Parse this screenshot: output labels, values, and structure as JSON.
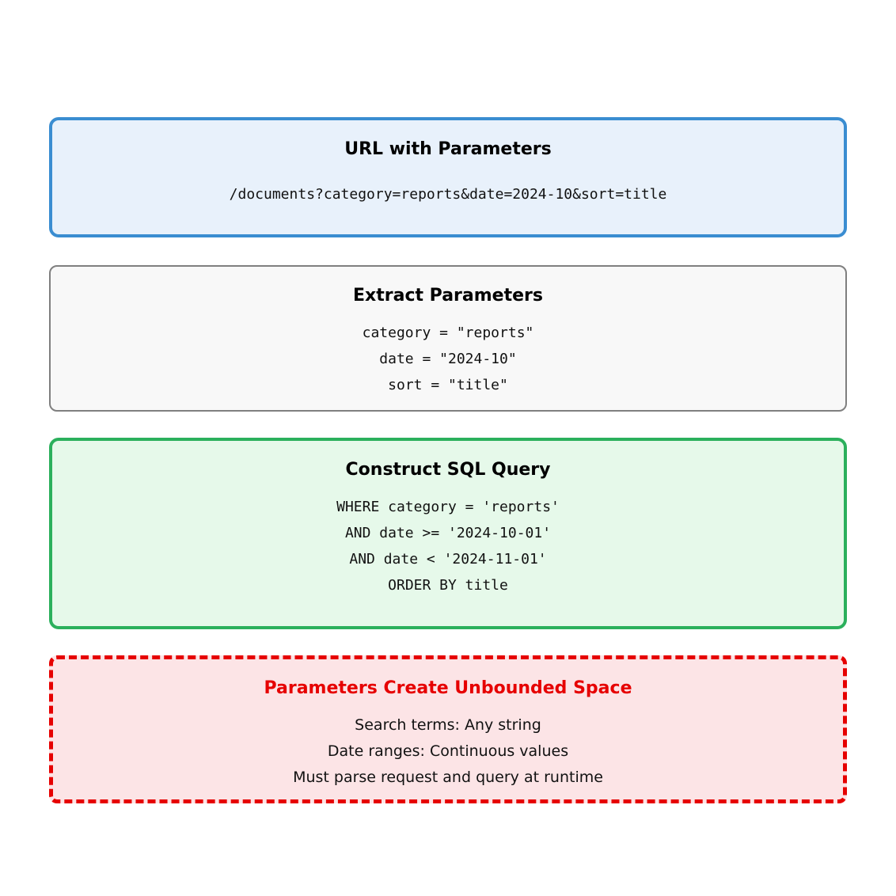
{
  "diagram": {
    "boxes": [
      {
        "name": "url-with-parameters",
        "title": "URL with Parameters",
        "lines": [
          "/documents?category=reports&date=2024-10&sort=title"
        ],
        "border_color": "#3a8dd1",
        "fill_color": "#e8f1fb",
        "title_color": "#000000",
        "border_style": "solid",
        "body_font": "mono"
      },
      {
        "name": "extract-parameters",
        "title": "Extract Parameters",
        "lines": [
          "category = \"reports\"",
          "date = \"2024-10\"",
          "sort = \"title\""
        ],
        "border_color": "#7f7f7f",
        "fill_color": "#f8f8f8",
        "title_color": "#000000",
        "border_style": "solid",
        "body_font": "mono"
      },
      {
        "name": "construct-sql-query",
        "title": "Construct SQL Query",
        "lines": [
          "WHERE category = 'reports'",
          "AND date >= '2024-10-01'",
          "AND date < '2024-11-01'",
          "ORDER BY title"
        ],
        "border_color": "#2bb05c",
        "fill_color": "#e6f9ea",
        "title_color": "#000000",
        "border_style": "solid",
        "body_font": "mono"
      },
      {
        "name": "parameters-create-unbounded-space",
        "title": "Parameters Create Unbounded Space",
        "lines": [
          "Search terms: Any string",
          "Date ranges: Continuous values",
          "Must parse request and query at runtime"
        ],
        "border_color": "#e60000",
        "fill_color": "#fce4e6",
        "title_color": "#e60000",
        "border_style": "dashed",
        "body_font": "sans"
      }
    ]
  }
}
